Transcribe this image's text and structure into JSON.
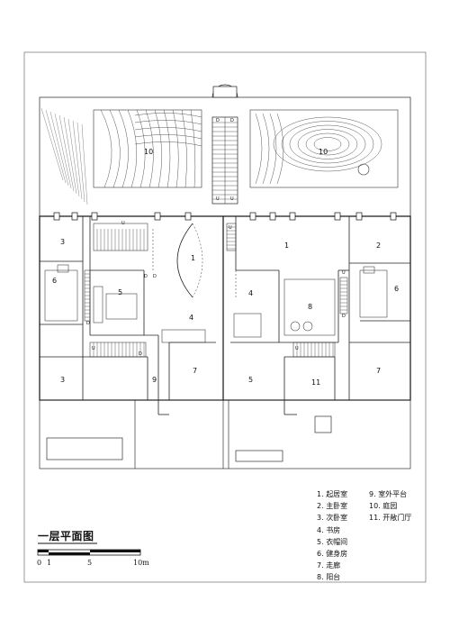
{
  "drawing": {
    "title": "一层平面图",
    "legend": [
      {
        "num": "1.",
        "name": "起居室"
      },
      {
        "num": "2.",
        "name": "主卧室"
      },
      {
        "num": "3.",
        "name": "次卧室"
      },
      {
        "num": "4.",
        "name": "书房"
      },
      {
        "num": "5.",
        "name": "衣帽间"
      },
      {
        "num": "6.",
        "name": "健身房"
      },
      {
        "num": "7.",
        "name": "走廊"
      },
      {
        "num": "8.",
        "name": "阳台"
      },
      {
        "num": "9.",
        "name": "室外平台"
      },
      {
        "num": "10.",
        "name": "庭园"
      },
      {
        "num": "11.",
        "name": "开敞门厅"
      }
    ],
    "scale_bar": {
      "labels": [
        "0",
        "1",
        "5",
        "10m"
      ]
    },
    "room_labels": {
      "garden_left": "10",
      "garden_right": "10",
      "living_left": "1",
      "living_right": "1",
      "master_right": "2",
      "bed_left_top": "3",
      "bed_left_bottom": "3",
      "study_left": "4",
      "study_right": "4",
      "closet_left": "5",
      "closet_right": "5",
      "gym_left": "6",
      "gym_right": "6",
      "corridor_left": "7",
      "corridor_right": "7",
      "balcony": "8",
      "terrace": "9",
      "foyer": "11"
    },
    "stair_marks": {
      "up": "U",
      "down": "D"
    }
  }
}
